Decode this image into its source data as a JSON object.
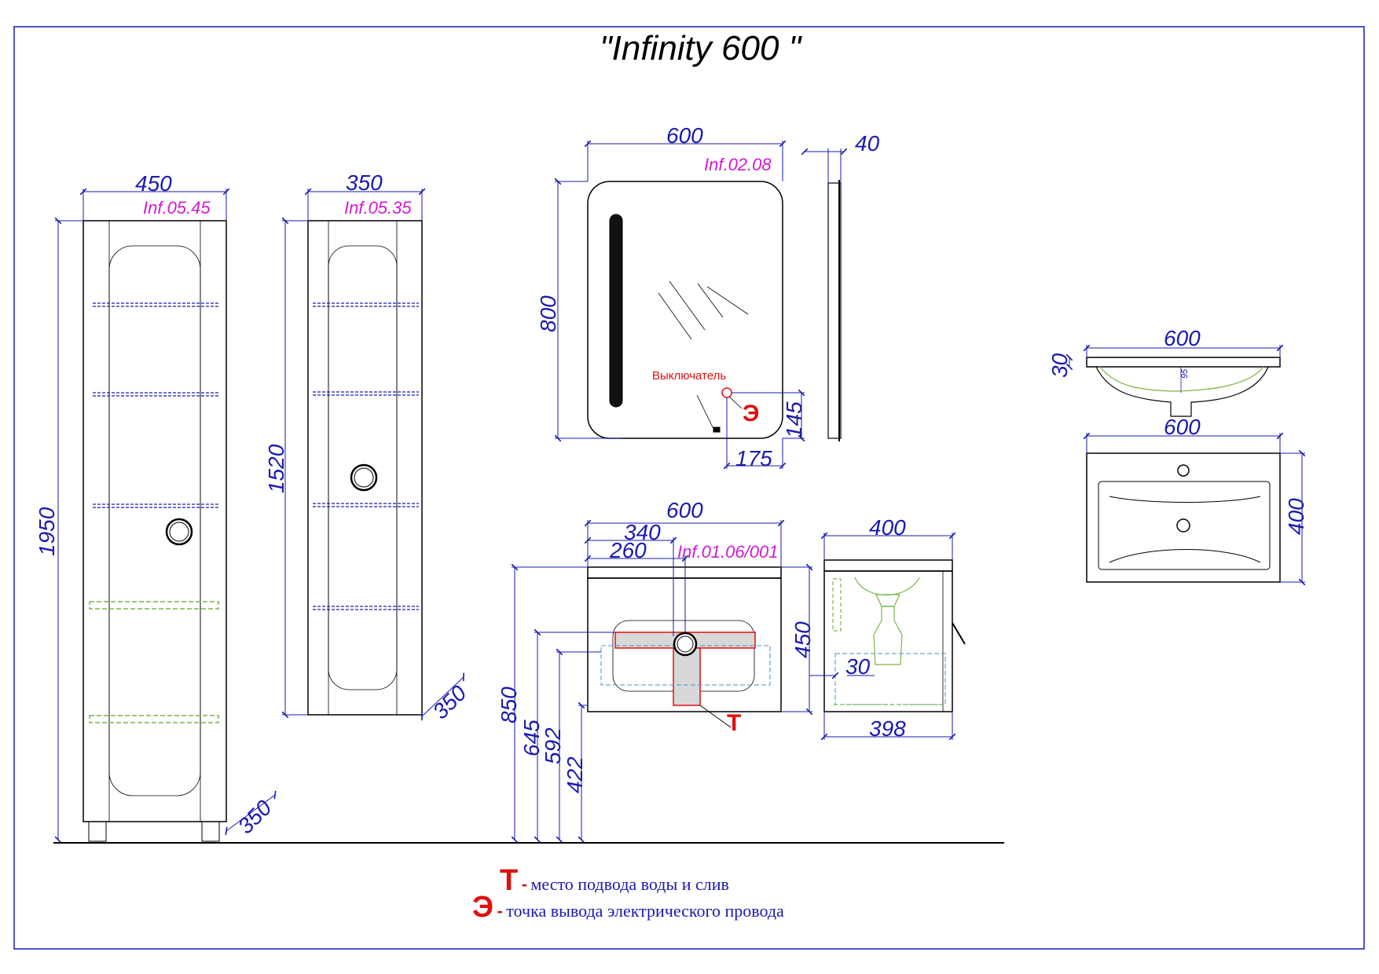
{
  "title": "\"Infinity 600 \"",
  "tall_cabinet": {
    "code": "Inf.05.45",
    "width": "450",
    "height": "1950",
    "depth": "350"
  },
  "narrow_cabinet": {
    "code": "Inf.05.35",
    "width": "350",
    "height": "1520",
    "depth": "350"
  },
  "mirror": {
    "code": "Inf.02.08",
    "width": "600",
    "depth": "40",
    "height": "800",
    "switch_label": "Выключатель",
    "switch_height": "145",
    "switch_offset": "175",
    "electric_marker": "Э"
  },
  "sink_side": {
    "width": "600",
    "thickness": "30",
    "depth_mark": "95"
  },
  "sink_top": {
    "width": "600",
    "depth": "400"
  },
  "vanity": {
    "code": "Inf.01.06/001",
    "width": "600",
    "dim_340": "340",
    "dim_260": "260",
    "height": "450",
    "h_850": "850",
    "h_645": "645",
    "h_592": "592",
    "h_422": "422",
    "water_marker": "Т"
  },
  "vanity_side": {
    "depth": "400",
    "bottom_depth": "398",
    "dim_30": "30"
  },
  "legend": [
    {
      "symbol": "Т",
      "separator": "-",
      "text": "место подвода воды и слив"
    },
    {
      "symbol": "Э",
      "separator": "-",
      "text": "точка вывода электрического провода"
    }
  ],
  "colors": {
    "dimension": "#1a1ab0",
    "code": "#d21ad2",
    "marker": "#e01010",
    "shelf_glass": "#1a1ab0",
    "shelf_green": "#7ab648"
  }
}
